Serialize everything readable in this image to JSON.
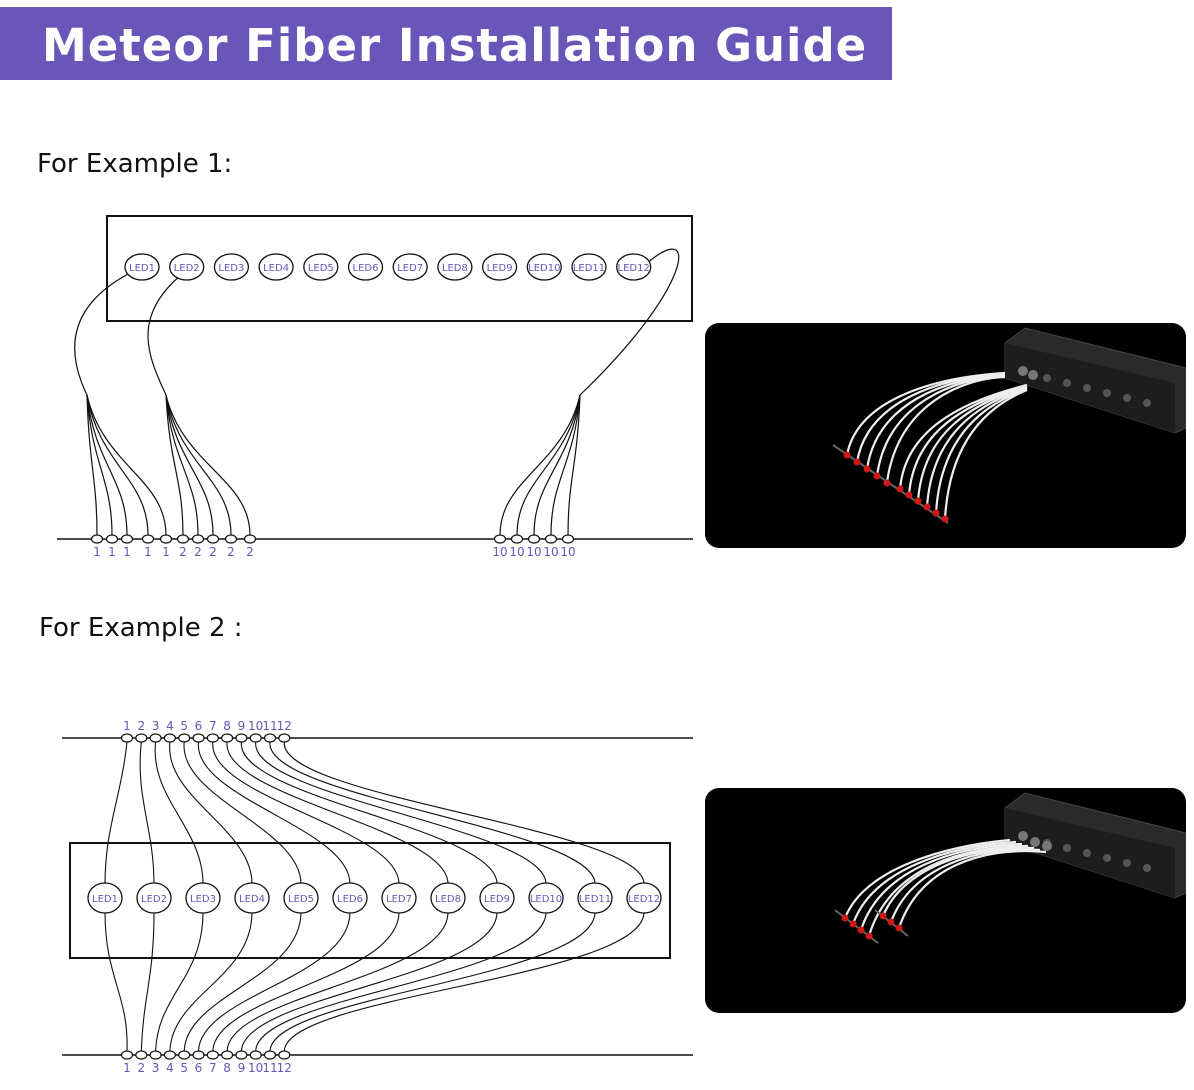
{
  "banner": {
    "title": "Meteor Fiber Installation Guide",
    "color": "#6a55b8"
  },
  "example1": {
    "heading": "For Example 1:",
    "leds": [
      "LED1",
      "LED2",
      "LED3",
      "LED4",
      "LED5",
      "LED6",
      "LED7",
      "LED8",
      "LED9",
      "LED10",
      "LED11",
      "LED12"
    ],
    "group_labels": [
      [
        "1",
        "1",
        "1",
        "1",
        "1"
      ],
      [
        "2",
        "2",
        "2",
        "2",
        "2"
      ],
      [
        "10",
        "10",
        "10",
        "10",
        "10"
      ]
    ]
  },
  "example2": {
    "heading": "For Example 2 :",
    "leds": [
      "LED1",
      "LED2",
      "LED3",
      "LED4",
      "LED5",
      "LED6",
      "LED7",
      "LED8",
      "LED9",
      "LED10",
      "LED11",
      "LED12"
    ],
    "top_numbers": [
      "1",
      "2",
      "3",
      "4",
      "5",
      "6",
      "7",
      "8",
      "9",
      "10",
      "11",
      "12"
    ],
    "bottom_numbers": [
      "1",
      "2",
      "3",
      "4",
      "5",
      "6",
      "7",
      "8",
      "9",
      "10",
      "11",
      "12"
    ]
  },
  "photo_icons": [
    "light-engine-box-icon",
    "fiber-strands-icon",
    "meteor-strip-icon"
  ]
}
